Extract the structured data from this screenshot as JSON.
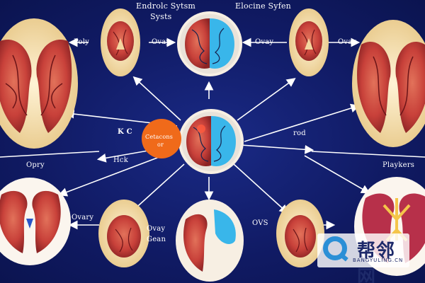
{
  "title": {
    "line1": "Endrolc Sytsm",
    "line2": "Systs",
    "right": "Elocine Syfen"
  },
  "labels": {
    "poly": "Poly",
    "ovay_top_left": "Ovay",
    "ovay_top_mid": "Ovay",
    "ovay_top_right": "Ovay",
    "k_c": "K C",
    "hck": "Hck",
    "rod": "rod",
    "opry": "Opry",
    "playkers": "Playkers",
    "ovary_bottom": "Ovary",
    "ovay_bottom_mid": "Ovay",
    "gean": "Gean",
    "ovs": "OVS",
    "center_badge_line1": "Cetacons",
    "center_badge_line2": "or"
  },
  "watermark": {
    "main": "帮邻网",
    "sub": "BANGYULING.CN"
  },
  "colors": {
    "background": "#101a63",
    "arrow": "#ffffff",
    "badge": "#f06a1a",
    "organ_red": "#c8413a",
    "organ_ring": "#f2e2b6",
    "brain_blue": "#39b6ea"
  },
  "icons": [
    "brain-icon",
    "ovary-icon",
    "kidney-icon",
    "uterus-icon"
  ]
}
